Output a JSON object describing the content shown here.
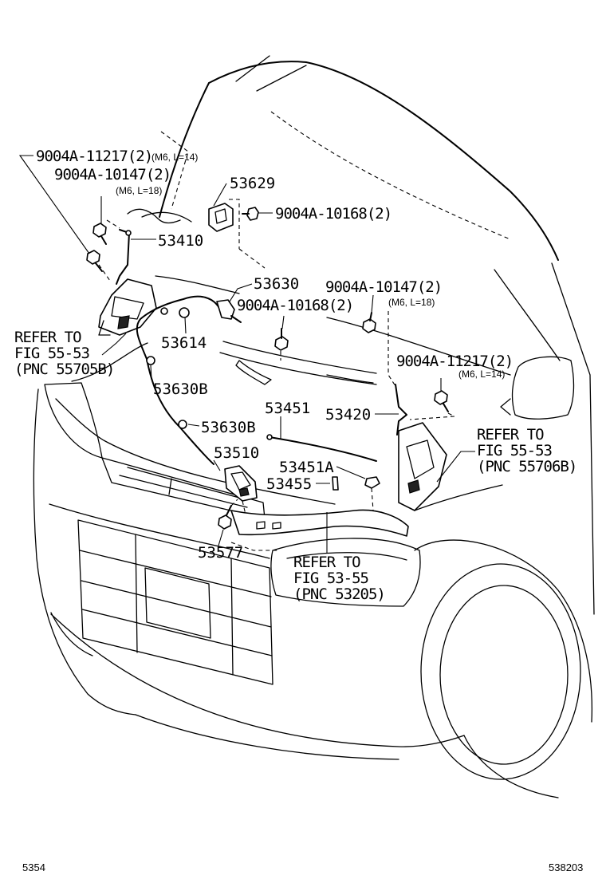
{
  "labels": {
    "bolt_left_lower": "9004A-11217(2)",
    "bolt_left_lower_spec": "(M6, L=14)",
    "bolt_left_upper": "9004A-10147(2)",
    "bolt_left_upper_spec": "(M6, L=18)",
    "p53629": "53629",
    "bolt_top": "9004A-10168(2)",
    "p53410": "53410",
    "p53630": "53630",
    "bolt_right_upper": "9004A-10147(2)",
    "bolt_right_upper_spec": "(M6, L=18)",
    "bolt_mid": "9004A-10168(2)",
    "p53614": "53614",
    "bolt_right_lower": "9004A-11217(2)",
    "bolt_right_lower_spec": "(M6, L=14)",
    "p53630b_1": "53630B",
    "p53451": "53451",
    "p53420": "53420",
    "p53630b_2": "53630B",
    "p53510": "53510",
    "p53451a": "53451A",
    "p53455": "53455",
    "p53577": "53577"
  },
  "refer_left": {
    "line1": "REFER TO",
    "line2": "FIG 55-53",
    "line3": "(PNC 55705B)"
  },
  "refer_right": {
    "line1": "REFER TO",
    "line2": "FIG 55-53",
    "line3": "(PNC 55706B)"
  },
  "refer_bottom": {
    "line1": "REFER TO",
    "line2": "FIG 53-55",
    "line3": "(PNC 53205)"
  },
  "footer": {
    "left": "5354",
    "right": "538203"
  }
}
